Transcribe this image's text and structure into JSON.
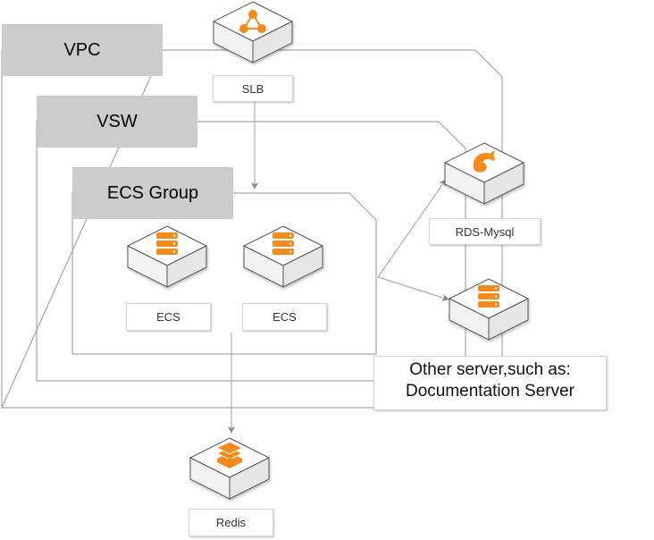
{
  "diagram": {
    "type": "cloud-architecture",
    "accent_color": "#f58b1f",
    "line_color": "#9e9e9e",
    "group_header_color": "#cccccc",
    "groups": [
      {
        "id": "vpc",
        "label": "VPC"
      },
      {
        "id": "vsw",
        "label": "VSW"
      },
      {
        "id": "ecs_group",
        "label": "ECS Group"
      }
    ],
    "nodes": [
      {
        "id": "slb",
        "label": "SLB",
        "icon": "load-balancer-icon"
      },
      {
        "id": "rds",
        "label": "RDS-Mysql",
        "icon": "mysql-dolphin-icon"
      },
      {
        "id": "ecs1",
        "label": "ECS",
        "icon": "server-icon"
      },
      {
        "id": "ecs2",
        "label": "ECS",
        "icon": "server-icon"
      },
      {
        "id": "other",
        "label_line1": "Other server,such as:",
        "label_line2": "Documentation Server",
        "icon": "server-icon"
      },
      {
        "id": "redis",
        "label": "Redis",
        "icon": "stack-database-icon"
      }
    ],
    "edges": [
      {
        "from": "slb",
        "to": "ecs_group"
      },
      {
        "from": "ecs_group",
        "to": "rds"
      },
      {
        "from": "ecs_group",
        "to": "other"
      },
      {
        "from": "ecs_group",
        "to": "redis"
      }
    ]
  }
}
